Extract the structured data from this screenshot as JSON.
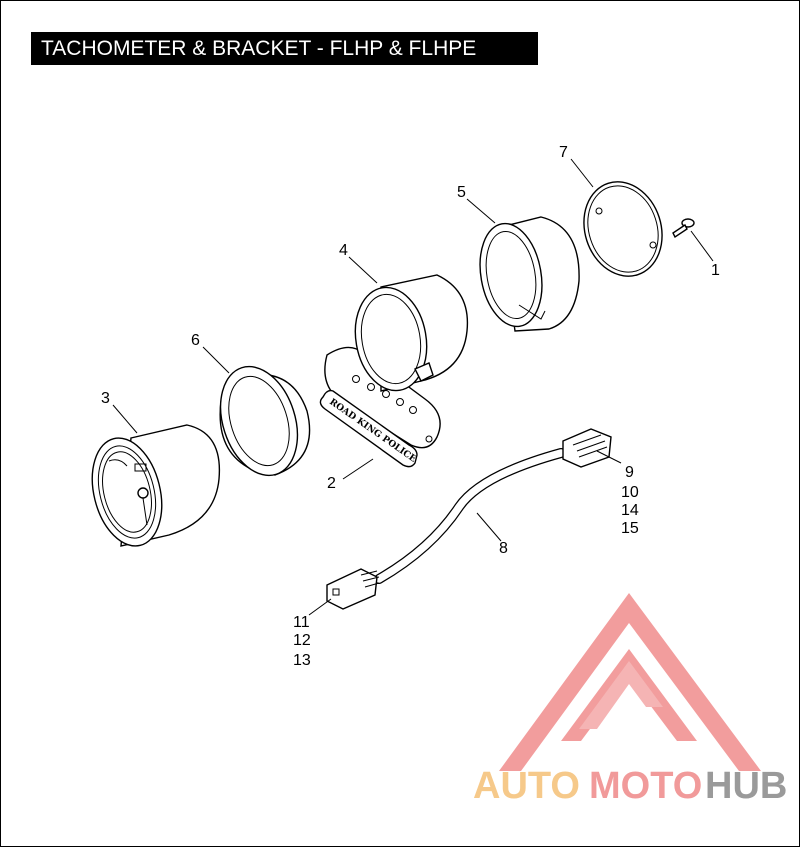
{
  "title": "TACHOMETER & BRACKET - FLHP & FLHPE",
  "callouts": {
    "c1": "1",
    "c2": "2",
    "c3": "3",
    "c4": "4",
    "c5": "5",
    "c6": "6",
    "c7": "7",
    "c8": "8",
    "c9": "9",
    "c10": "10",
    "c11": "11",
    "c12": "12",
    "c13": "13",
    "c14": "14",
    "c15": "15"
  },
  "plate_text": "ROAD KING POLICE",
  "watermark": {
    "part_auto": "AUTO",
    "part_moto": "MOTO",
    "part_hub": "HUB",
    "colors": {
      "auto": "#f6c98a",
      "moto": "#f19a9a",
      "hub": "#9a9a9a",
      "logo": "#f08c8c"
    }
  }
}
